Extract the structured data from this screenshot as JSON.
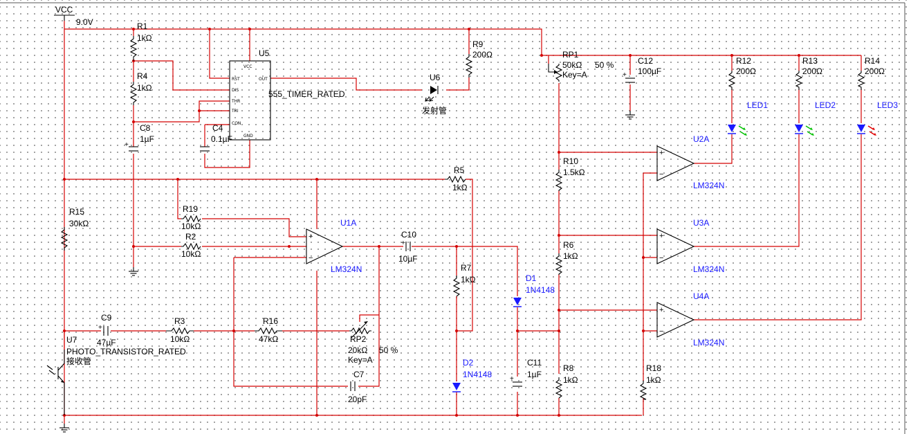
{
  "power": {
    "vcc_label": "VCC",
    "voltage": "9.0V"
  },
  "components": {
    "R1": {
      "ref": "R1",
      "value": "1kΩ"
    },
    "R4": {
      "ref": "R4",
      "value": "1kΩ"
    },
    "R9": {
      "ref": "R9",
      "value": "200Ω"
    },
    "R5": {
      "ref": "R5",
      "value": "1kΩ"
    },
    "R19": {
      "ref": "R19",
      "value": "10kΩ"
    },
    "R2": {
      "ref": "R2",
      "value": "10kΩ"
    },
    "R15": {
      "ref": "R15",
      "value": "30kΩ"
    },
    "R3": {
      "ref": "R3",
      "value": "10kΩ"
    },
    "R16": {
      "ref": "R16",
      "value": "47kΩ"
    },
    "R7": {
      "ref": "R7",
      "value": "1kΩ"
    },
    "R10": {
      "ref": "R10",
      "value": "1.5kΩ"
    },
    "R6": {
      "ref": "R6",
      "value": "1kΩ"
    },
    "R8": {
      "ref": "R8",
      "value": "1kΩ"
    },
    "R18": {
      "ref": "R18",
      "value": "1kΩ"
    },
    "R12": {
      "ref": "R12",
      "value": "200Ω"
    },
    "R13": {
      "ref": "R13",
      "value": "200Ω"
    },
    "R14": {
      "ref": "R14",
      "value": "200Ω"
    },
    "C8": {
      "ref": "C8",
      "value": "1µF"
    },
    "C4": {
      "ref": "C4",
      "value": "0.1µF"
    },
    "C9": {
      "ref": "C9",
      "value": "47µF"
    },
    "C10": {
      "ref": "C10",
      "value": "10µF"
    },
    "C7": {
      "ref": "C7",
      "value": "20pF"
    },
    "C11": {
      "ref": "C11",
      "value": "1µF"
    },
    "C12": {
      "ref": "C12",
      "value": "100µF"
    },
    "RP1": {
      "ref": "RP1",
      "value": "50kΩ",
      "key": "Key=A",
      "percent": "50 %"
    },
    "RP2": {
      "ref": "RP2",
      "value": "20kΩ",
      "key": "Key=A",
      "percent": "50 %"
    },
    "U5": {
      "ref": "U5",
      "value": "555_TIMER_RATED",
      "pins": {
        "vcc": "VCC",
        "rst": "RST",
        "out": "OUT",
        "dis": "DIS",
        "thr": "THR",
        "tri": "TRI",
        "con": "CON",
        "gnd": "GND"
      }
    },
    "U6": {
      "ref": "U6",
      "desc": "发射管"
    },
    "U7": {
      "ref": "U7",
      "value": "PHOTO_TRANSISTOR_RATED",
      "desc": "接收管"
    },
    "U1A": {
      "ref": "U1A",
      "value": "LM324N"
    },
    "U2A": {
      "ref": "U2A",
      "value": "LM324N"
    },
    "U3A": {
      "ref": "U3A",
      "value": "LM324N"
    },
    "U4A": {
      "ref": "U4A",
      "value": "LM324N"
    },
    "D1": {
      "ref": "D1",
      "value": "1N4148"
    },
    "D2": {
      "ref": "D2",
      "value": "1N4148"
    },
    "LED1": {
      "ref": "LED1"
    },
    "LED2": {
      "ref": "LED2"
    },
    "LED3": {
      "ref": "LED3"
    }
  },
  "colors": {
    "wire": "#d40000",
    "component": "#000000",
    "label_blue": "#1a1aff",
    "led_arrow_green": "#00c000",
    "led_arrow_red": "#e00000"
  }
}
